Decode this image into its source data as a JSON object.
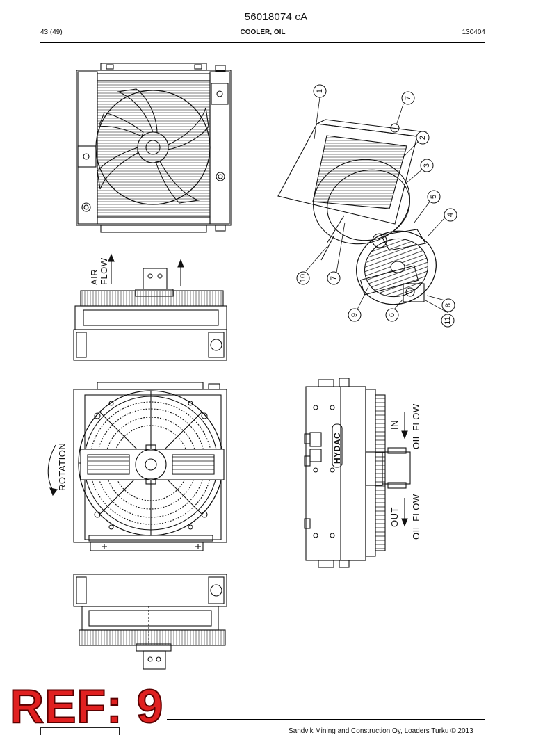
{
  "header": {
    "doc_number": "56018074 cA",
    "page": "43 (49)",
    "title": "COOLER, OIL",
    "date_code": "130404"
  },
  "labels": {
    "air_flow": [
      "AIR",
      "FLOW"
    ],
    "rotation": "ROTATION",
    "in": "IN",
    "out": "OUT",
    "oil_flow": "OIL FLOW",
    "brand": "HYDAC"
  },
  "callouts": [
    "1",
    "7",
    "2",
    "3",
    "5",
    "4",
    "10",
    "7",
    "9",
    "6",
    "11",
    "8"
  ],
  "stamp": {
    "text": "REF: 9",
    "color": "#e02020"
  },
  "footer": {
    "text": "Sandvik Mining and Construction Oy, Loaders Turku © 2013"
  }
}
